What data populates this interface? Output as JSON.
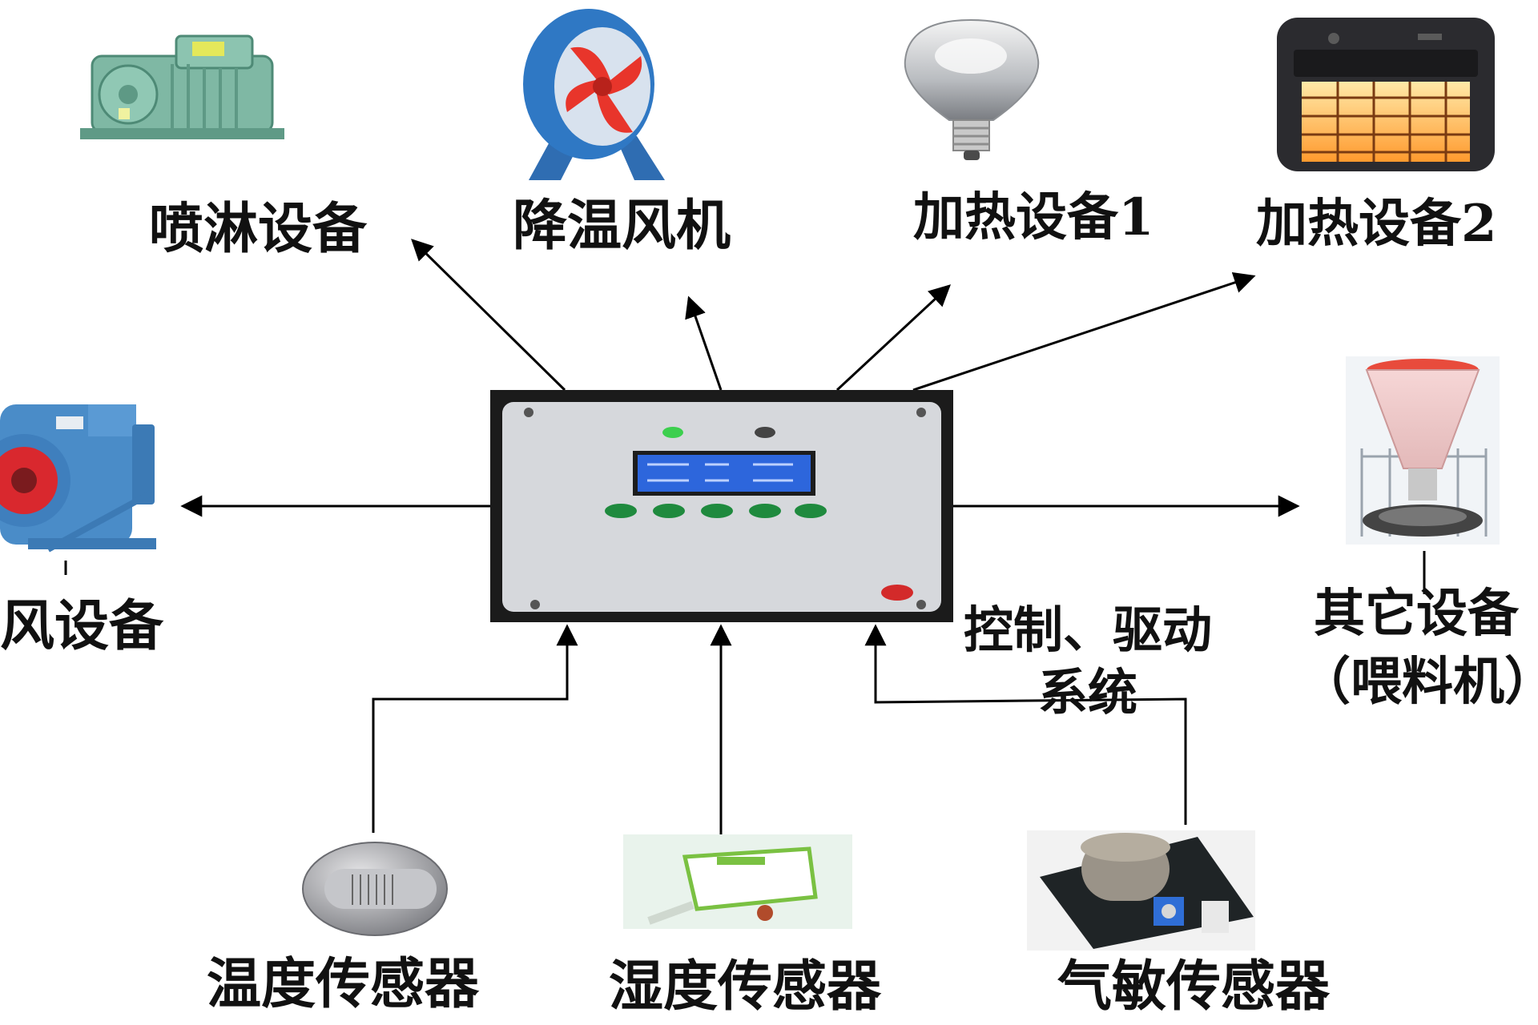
{
  "devices": {
    "spray": "喷淋设备",
    "cooling_fan": "降温风机",
    "heater1": "加热设备1",
    "heater2": "加热设备2",
    "ventilation": "风设备",
    "other": "其它设备",
    "other_note": "（喂料机）"
  },
  "controller": {
    "label_line1": "控制、驱动",
    "label_line2": "系统"
  },
  "sensors": {
    "temperature": "温度传感器",
    "humidity": "湿度传感器",
    "gas": "气敏传感器"
  }
}
